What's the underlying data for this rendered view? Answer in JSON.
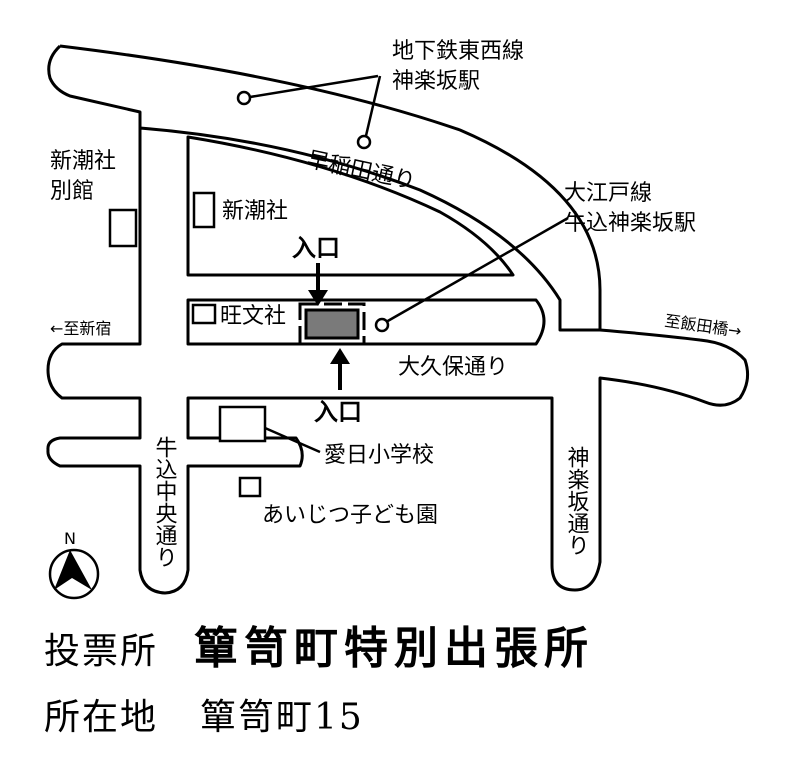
{
  "map": {
    "roads": {
      "waseda_dori": "早稲田通り",
      "okubo_dori": "大久保通り",
      "ushigome_chuo_dori": "牛込中央通り",
      "kagurazaka_dori": "神楽坂通り"
    },
    "directions": {
      "to_shinjuku": "←至新宿",
      "to_iidabashi": "至飯田橋→"
    },
    "stations": {
      "tozai": "地下鉄東西線\n神楽坂駅",
      "oedo": "大江戸線\n牛込神楽坂駅"
    },
    "buildings": {
      "shinchosha_annex": "新潮社\n別館",
      "shinchosha": "新潮社",
      "obunsha": "旺文社",
      "aihi_school": "愛日小学校",
      "aijitsu_kindergarten": "あいじつ子ども園"
    },
    "entrance_label": "入口",
    "compass_label": "N"
  },
  "footer": {
    "venue_label": "投票所",
    "venue_name": "簞笥町特別出張所",
    "address_label": "所在地",
    "address": "簞笥町15"
  },
  "colors": {
    "target_building": "#7a7a7a",
    "road_outline": "#000000"
  }
}
